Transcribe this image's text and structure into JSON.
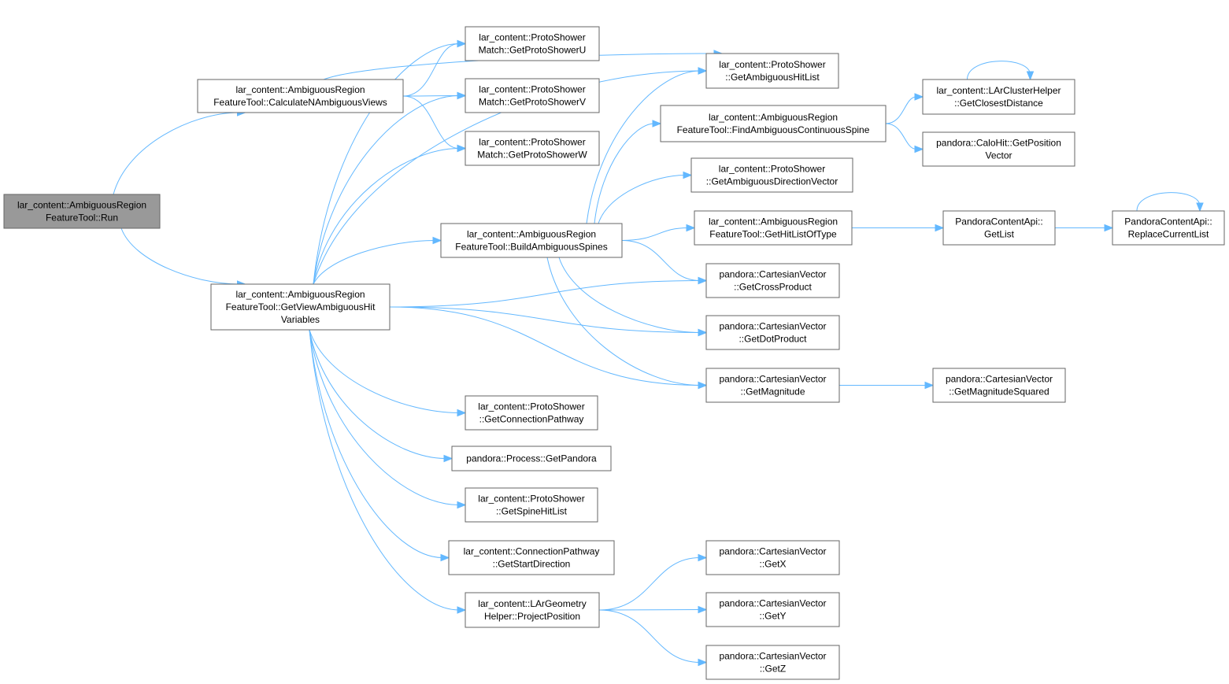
{
  "graph": {
    "nodes": [
      {
        "id": "run",
        "lines": [
          "lar_content::AmbiguousRegion",
          "FeatureTool::Run"
        ]
      },
      {
        "id": "calcN",
        "lines": [
          "lar_content::AmbiguousRegion",
          "FeatureTool::CalculateNAmbiguousViews"
        ]
      },
      {
        "id": "getView",
        "lines": [
          "lar_content::AmbiguousRegion",
          "FeatureTool::GetViewAmbiguousHit",
          "Variables"
        ]
      },
      {
        "id": "psU",
        "lines": [
          "lar_content::ProtoShower",
          "Match::GetProtoShowerU"
        ]
      },
      {
        "id": "psV",
        "lines": [
          "lar_content::ProtoShower",
          "Match::GetProtoShowerV"
        ]
      },
      {
        "id": "psW",
        "lines": [
          "lar_content::ProtoShower",
          "Match::GetProtoShowerW"
        ]
      },
      {
        "id": "build",
        "lines": [
          "lar_content::AmbiguousRegion",
          "FeatureTool::BuildAmbiguousSpines"
        ]
      },
      {
        "id": "connPath",
        "lines": [
          "lar_content::ProtoShower",
          "::GetConnectionPathway"
        ]
      },
      {
        "id": "getPandora",
        "lines": [
          "pandora::Process::GetPandora"
        ]
      },
      {
        "id": "spineHit",
        "lines": [
          "lar_content::ProtoShower",
          "::GetSpineHitList"
        ]
      },
      {
        "id": "startDir",
        "lines": [
          "lar_content::ConnectionPathway",
          "::GetStartDirection"
        ]
      },
      {
        "id": "projPos",
        "lines": [
          "lar_content::LArGeometry",
          "Helper::ProjectPosition"
        ]
      },
      {
        "id": "ambHit",
        "lines": [
          "lar_content::ProtoShower",
          "::GetAmbiguousHitList"
        ]
      },
      {
        "id": "findSpine",
        "lines": [
          "lar_content::AmbiguousRegion",
          "FeatureTool::FindAmbiguousContinuousSpine"
        ]
      },
      {
        "id": "ambDir",
        "lines": [
          "lar_content::ProtoShower",
          "::GetAmbiguousDirectionVector"
        ]
      },
      {
        "id": "hitListType",
        "lines": [
          "lar_content::AmbiguousRegion",
          "FeatureTool::GetHitListOfType"
        ]
      },
      {
        "id": "cross",
        "lines": [
          "pandora::CartesianVector",
          "::GetCrossProduct"
        ]
      },
      {
        "id": "dot",
        "lines": [
          "pandora::CartesianVector",
          "::GetDotProduct"
        ]
      },
      {
        "id": "mag",
        "lines": [
          "pandora::CartesianVector",
          "::GetMagnitude"
        ]
      },
      {
        "id": "getX",
        "lines": [
          "pandora::CartesianVector",
          "::GetX"
        ]
      },
      {
        "id": "getY",
        "lines": [
          "pandora::CartesianVector",
          "::GetY"
        ]
      },
      {
        "id": "getZ",
        "lines": [
          "pandora::CartesianVector",
          "::GetZ"
        ]
      },
      {
        "id": "closest",
        "lines": [
          "lar_content::LArClusterHelper",
          "::GetClosestDistance"
        ]
      },
      {
        "id": "posVec",
        "lines": [
          "pandora::CaloHit::GetPosition",
          "Vector"
        ]
      },
      {
        "id": "getList",
        "lines": [
          "PandoraContentApi::",
          "GetList"
        ]
      },
      {
        "id": "magSq",
        "lines": [
          "pandora::CartesianVector",
          "::GetMagnitudeSquared"
        ]
      },
      {
        "id": "replace",
        "lines": [
          "PandoraContentApi::",
          "ReplaceCurrentList"
        ]
      }
    ],
    "edges": [
      [
        "run",
        "calcN"
      ],
      [
        "run",
        "getView"
      ],
      [
        "calcN",
        "psU"
      ],
      [
        "calcN",
        "psV"
      ],
      [
        "calcN",
        "psW"
      ],
      [
        "calcN",
        "ambHit"
      ],
      [
        "getView",
        "psU"
      ],
      [
        "getView",
        "psV"
      ],
      [
        "getView",
        "psW"
      ],
      [
        "getView",
        "build"
      ],
      [
        "getView",
        "ambHit"
      ],
      [
        "getView",
        "connPath"
      ],
      [
        "getView",
        "getPandora"
      ],
      [
        "getView",
        "spineHit"
      ],
      [
        "getView",
        "startDir"
      ],
      [
        "getView",
        "projPos"
      ],
      [
        "getView",
        "cross"
      ],
      [
        "getView",
        "dot"
      ],
      [
        "getView",
        "mag"
      ],
      [
        "build",
        "ambHit"
      ],
      [
        "build",
        "findSpine"
      ],
      [
        "build",
        "ambDir"
      ],
      [
        "build",
        "hitListType"
      ],
      [
        "build",
        "cross"
      ],
      [
        "build",
        "dot"
      ],
      [
        "build",
        "mag"
      ],
      [
        "findSpine",
        "closest"
      ],
      [
        "findSpine",
        "posVec"
      ],
      [
        "closest",
        "closest"
      ],
      [
        "hitListType",
        "getList"
      ],
      [
        "getList",
        "replace"
      ],
      [
        "replace",
        "replace"
      ],
      [
        "mag",
        "magSq"
      ],
      [
        "projPos",
        "getX"
      ],
      [
        "projPos",
        "getY"
      ],
      [
        "projPos",
        "getZ"
      ]
    ]
  }
}
